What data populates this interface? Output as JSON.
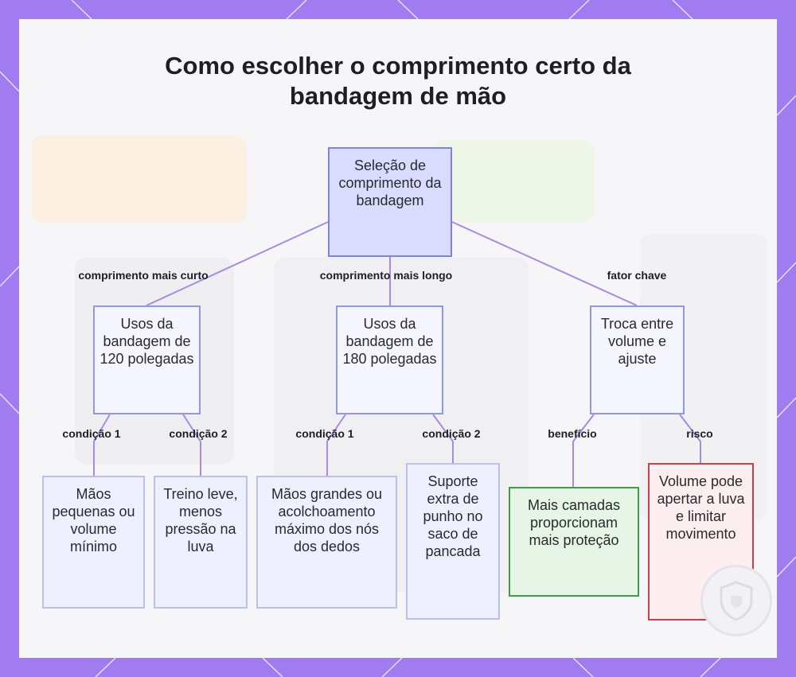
{
  "title": "Como escolher o comprimento certo da bandagem de mão",
  "nodes": {
    "root": "Seleção de comprimento da bandagem",
    "uses120": "Usos da bandagem de 120 polegadas",
    "uses180": "Usos da bandagem de 180 polegadas",
    "tradeoff": "Troca entre volume e ajuste",
    "small_hands": "Mãos pequenas ou volume mínimo",
    "light_training": "Treino leve, menos pressão na luva",
    "large_hands": "Mãos grandes ou acolchoamento máximo dos nós dos dedos",
    "wrist_support": "Suporte extra de punho no saco de pancada",
    "more_layers": "Mais camadas proporcionam mais proteção",
    "tight_glove": "Volume pode apertar a luva e limitar movimento"
  },
  "edges": {
    "shorter": "comprimento mais curto",
    "longer": "comprimento mais longo",
    "key_factor": "fator chave",
    "cond1_a": "condição 1",
    "cond2_a": "condição 2",
    "cond1_b": "condição 1",
    "cond2_b": "condição 2",
    "benefit": "benefício",
    "risk": "risco"
  },
  "colors": {
    "frame": "#a07cf0",
    "connector": "#a88ae6",
    "root_fill": "#d9dcff",
    "benefit_border": "#3e9d4c",
    "risk_border": "#c9414c"
  },
  "icons": [
    "shield-badge-icon"
  ]
}
